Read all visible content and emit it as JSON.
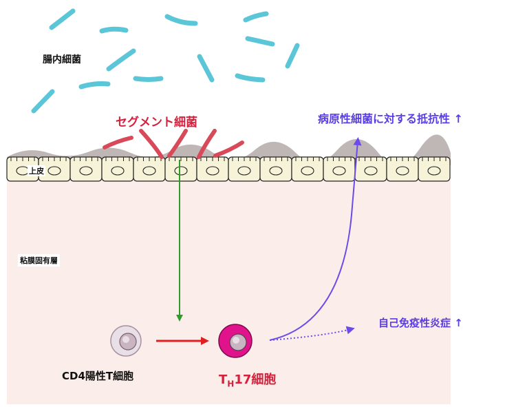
{
  "labels": {
    "gut_bacteria": "腸内細菌",
    "segmented_bacteria": "セグメント細菌",
    "epithelium": "上皮",
    "lamina_propria": "粘膜固有層",
    "pathogen_resistance": "病原性細菌に対する抵抗性 ↑",
    "autoimmune": "自己免疫性炎症 ↑",
    "cd4_cell": "CD4陽性T細胞",
    "th17_prefix": "T",
    "th17_sub": "H",
    "th17_suffix": "17細胞"
  },
  "colors": {
    "bacteria": "#5bc6d8",
    "segmented": "#d84a5a",
    "epithelium": "#f6f3d9",
    "lamina": "#fbeeea",
    "mucus": "#bfb7b5",
    "green_arrow": "#2e9b2a",
    "red_arrow": "#e02020",
    "purple_arrow": "#6b4bea",
    "th17_cell": "#e0138c",
    "cd4_cell": "#c9b5c2"
  }
}
